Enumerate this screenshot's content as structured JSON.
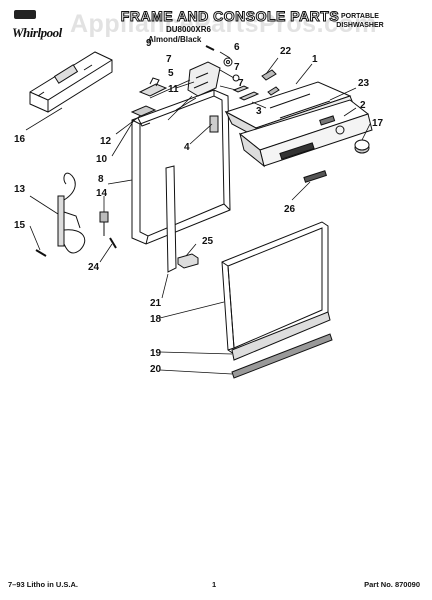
{
  "header": {
    "brand": "Whirlpool",
    "title": "FRAME AND CONSOLE PARTS",
    "model": "DU8000XR6",
    "color_note": "Almond/Black",
    "product_line1": "PORTABLE",
    "product_line2": "DISHWASHER",
    "watermark": "AppliancePartsPros.com"
  },
  "callouts": [
    "1",
    "2",
    "3",
    "4",
    "5",
    "6",
    "7",
    "7",
    "7",
    "8",
    "9",
    "10",
    "11",
    "12",
    "13",
    "14",
    "15",
    "16",
    "17",
    "18",
    "19",
    "20",
    "21",
    "22",
    "23",
    "24",
    "25",
    "26"
  ],
  "footer": {
    "left": "7–93 Litho in U.S.A.",
    "page": "1",
    "right": "Part No. 870090"
  }
}
